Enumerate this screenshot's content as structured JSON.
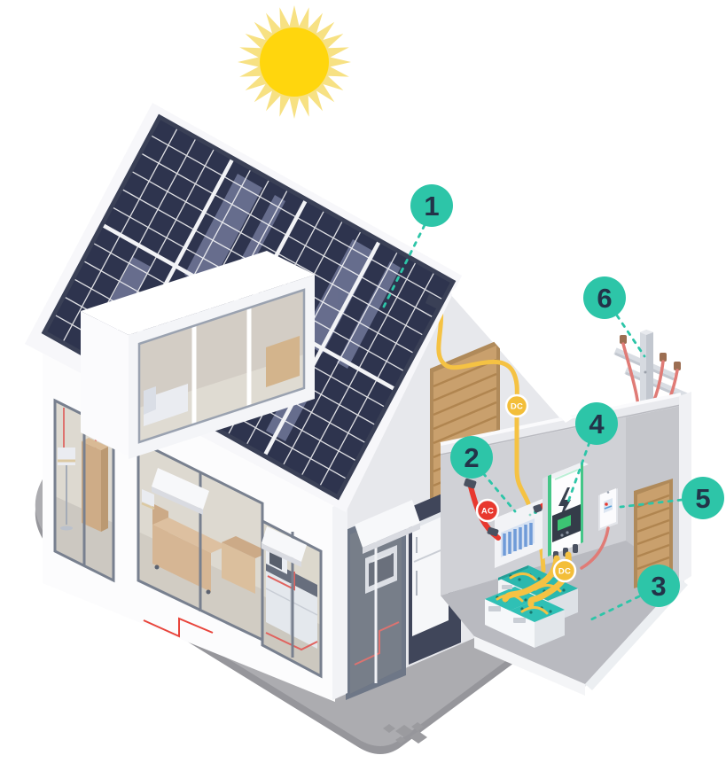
{
  "callouts": [
    {
      "number": "1"
    },
    {
      "number": "2"
    },
    {
      "number": "3"
    },
    {
      "number": "4"
    },
    {
      "number": "5"
    },
    {
      "number": "6"
    }
  ],
  "badges": [
    {
      "label": "DC"
    },
    {
      "label": "AC"
    },
    {
      "label": "DC"
    }
  ],
  "colors": {
    "accent_teal": "#2DC5A8",
    "number_navy": "#233349",
    "badge_dc": "#F3BE39",
    "badge_ac": "#E8382E",
    "cable_dc": "#F5C243",
    "cable_ac": "#E8382E",
    "cable_grid": "#E07B76",
    "panel_dark": "#2E344E",
    "battery_teal": "#2BB8AE",
    "sun_core": "#FFD60D",
    "sun_rays": "#F7E183",
    "ground": "#ACACB0"
  }
}
